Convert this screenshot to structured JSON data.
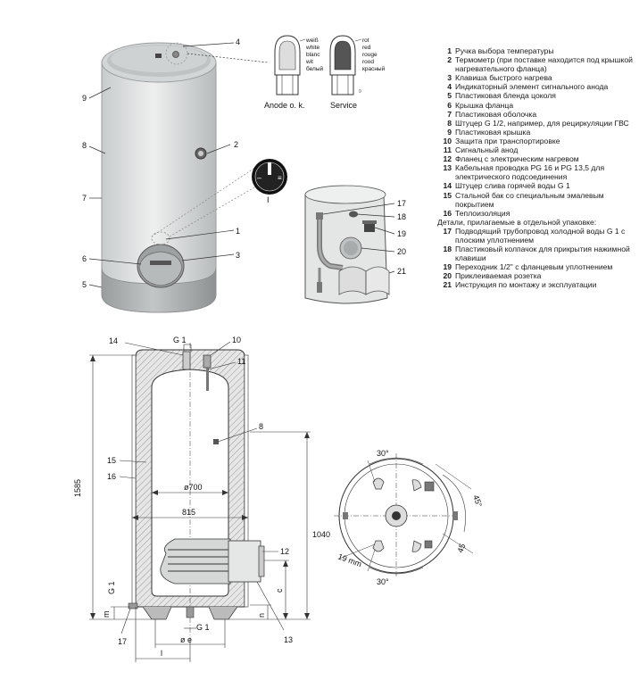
{
  "callouts_top": [
    "1",
    "2",
    "3",
    "4",
    "5",
    "6",
    "7",
    "8",
    "9"
  ],
  "anode_labels": {
    "left_colors": [
      "weiß",
      "white",
      "blanc",
      "wit",
      "белый"
    ],
    "right_colors": [
      "rot",
      "red",
      "rouge",
      "rood",
      "красный"
    ],
    "left_caption": "Anode o. k.",
    "right_caption": "Service",
    "ref_code": "9"
  },
  "accessory_callouts": [
    "17",
    "18",
    "19",
    "20",
    "21"
  ],
  "drawing_callouts": [
    "14",
    "10",
    "11",
    "8",
    "15",
    "16",
    "12",
    "13",
    "17"
  ],
  "dimensions": {
    "height_total": "1585",
    "height_inner": "1040",
    "inner_diameter": "ø700",
    "outer_diameter": "815",
    "g1_top": "G 1",
    "g1_bottom": "G 1",
    "g1_side": "G 1",
    "m_label": "m",
    "n_label": "n",
    "c_label": "c",
    "e_label": "ø e",
    "l_label": "l",
    "angle_top": "30°",
    "angle_bottom": "30°",
    "angle_right": "45°",
    "angle_side": "45",
    "mm_label": "19 mm"
  },
  "legend": {
    "items": [
      {
        "num": "1",
        "text": "Ручка выбора температуры"
      },
      {
        "num": "2",
        "text": "Термометр (при поставке находится под крышкой нагревательного фланца)"
      },
      {
        "num": "3",
        "text": "Клавиша быстрого нагрева"
      },
      {
        "num": "4",
        "text": "Индикаторный элемент сигнального анода"
      },
      {
        "num": "5",
        "text": "Пластиковая бленда цоколя"
      },
      {
        "num": "6",
        "text": "Крышка фланца"
      },
      {
        "num": "7",
        "text": "Пластиковая оболочка"
      },
      {
        "num": "8",
        "text": "Штуцер G 1/2, например, для рециркуляции ГВС"
      },
      {
        "num": "9",
        "text": "Пластиковая крышка"
      },
      {
        "num": "10",
        "text": "Защита при транспортировке"
      },
      {
        "num": "11",
        "text": "Сигнальный анод"
      },
      {
        "num": "12",
        "text": "Фланец с электрическим нагревом"
      },
      {
        "num": "13",
        "text": "Кабельная проводка PG 16 и PG 13,5 для электрического подсоединения"
      },
      {
        "num": "14",
        "text": "Штуцер слива горячей воды G 1"
      },
      {
        "num": "15",
        "text": "Стальной бак со специальным эмалевым покрытием"
      },
      {
        "num": "16",
        "text": "Теплоизоляция"
      }
    ],
    "note": "Детали, прилагаемые в отдельной упаковке:",
    "extra_items": [
      {
        "num": "17",
        "text": "Подводящий трубопровод холодной воды G 1 с плоским уплотнением"
      },
      {
        "num": "18",
        "text": "Пластиковый колпачок для прикрытия нажимной клавиши"
      },
      {
        "num": "19",
        "text": "Переходник 1/2\" с фланцевым уплотнением"
      },
      {
        "num": "20",
        "text": "Приклеиваемая розетка"
      },
      {
        "num": "21",
        "text": "Инструкция по монтажу и эксплуатации"
      }
    ]
  },
  "colors": {
    "body_light": "#e8eaea",
    "body_dark": "#b9bcbc",
    "base_band": "#a8abab",
    "line": "#333333"
  }
}
